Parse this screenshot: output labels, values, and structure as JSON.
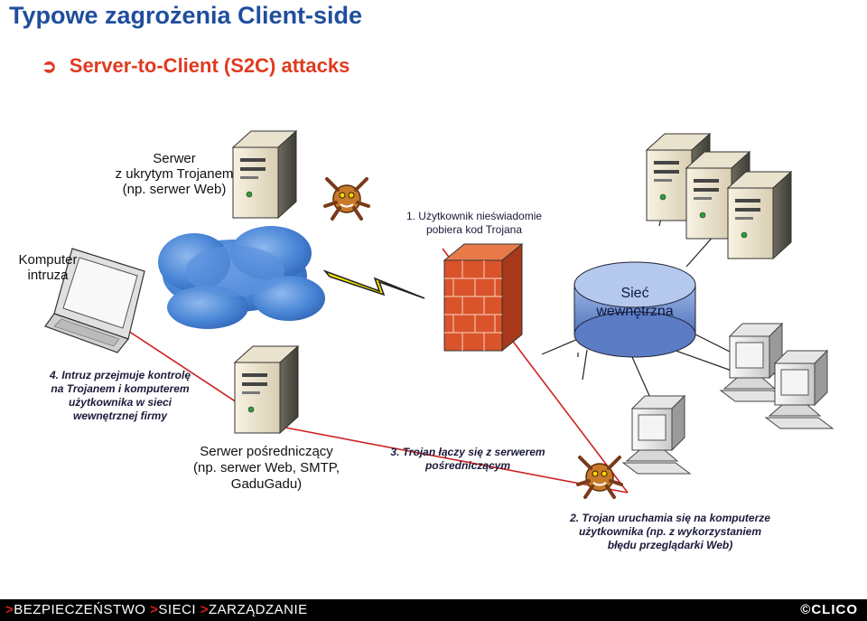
{
  "slide": {
    "title": "Typowe zagrożenia Client-side",
    "bullet_icon": "curved-arrow-icon",
    "bullet_text": "Server-to-Client (S2C) attacks"
  },
  "labels": {
    "server_trojan": [
      "Serwer",
      "z ukrytym Trojanem",
      "(np. serwer Web)"
    ],
    "attacker": [
      "Komputer",
      "intruza"
    ],
    "internal_net": [
      "Sieć",
      "wewnętrzna"
    ],
    "proxy_server": [
      "Serwer pośredniczący",
      "(np. serwer Web, SMTP,",
      "GaduGadu)"
    ]
  },
  "steps": {
    "step1": [
      "1. Użytkownik nieświadomie",
      "pobiera kod Trojana"
    ],
    "step2": [
      "2. Trojan uruchamia się na komputerze",
      "użytkownika (np. z wykorzystaniem",
      "błędu przeglądarki Web)"
    ],
    "step3": [
      "3. Trojan łączy się z serwerem",
      "pośredniczącym"
    ],
    "step4": [
      "4. Intruz przejmuje kontrolę",
      "na Trojanem i komputerem",
      "użytkownika w sieci",
      "wewnętrznej firmy"
    ]
  },
  "footer": {
    "items": [
      "BEZPIECZEŃSTWO",
      "SIECI",
      "ZARZĄDZANIE"
    ],
    "separator": ">",
    "brand": "©CLICO"
  },
  "colors": {
    "title": "#1f4e9c",
    "accent": "#e03a1f",
    "cloud": "#3f7fd6",
    "firewall": "#d24a22",
    "network_disc": "#7f9fd8",
    "attack_line": "#cc2222",
    "footer_bg": "#000000"
  }
}
